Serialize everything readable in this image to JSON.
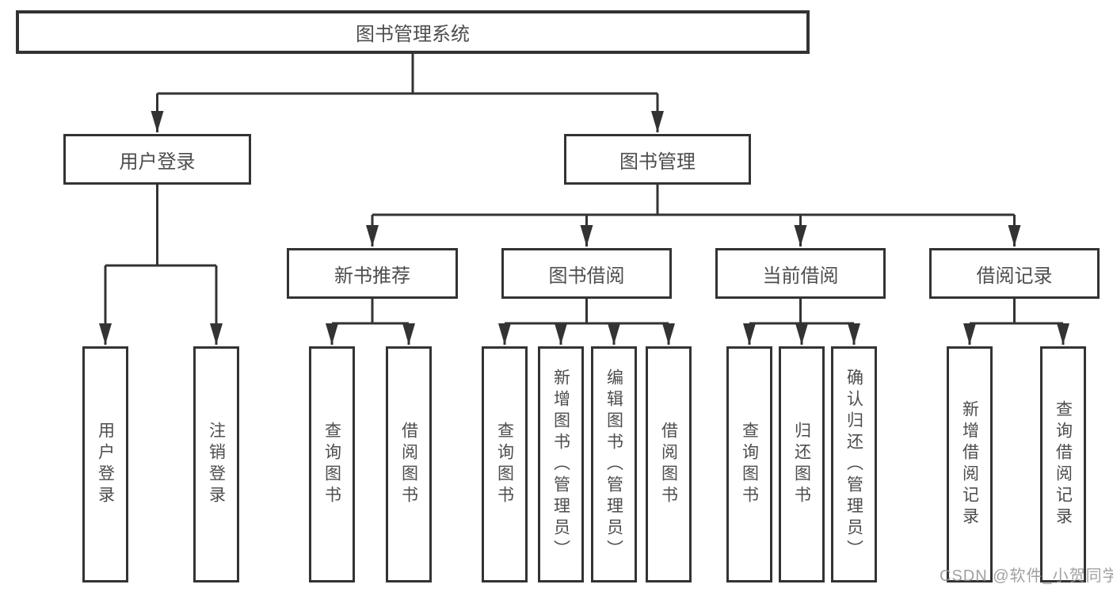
{
  "diagram": {
    "root": "图书管理系统",
    "branches": [
      {
        "label": "用户登录",
        "leaves": [
          "用户登录",
          "注销登录"
        ]
      },
      {
        "label": "图书管理",
        "groups": [
          {
            "label": "新书推荐",
            "leaves": [
              "查询图书",
              "借阅图书"
            ]
          },
          {
            "label": "图书借阅",
            "leaves": [
              "查询图书",
              "新增图书（管理员）",
              "编辑图书（管理员）",
              "借阅图书"
            ]
          },
          {
            "label": "当前借阅",
            "leaves": [
              "查询图书",
              "归还图书",
              "确认归还（管理员）"
            ]
          },
          {
            "label": "借阅记录",
            "leaves": [
              "新增借阅记录",
              "查询借阅记录"
            ]
          }
        ]
      }
    ]
  },
  "watermark": "CSDN @软件_小贺同学",
  "colors": {
    "line": "#333333",
    "text": "#4d4d4d",
    "watermark": "#919191",
    "background": "#ffffff"
  }
}
